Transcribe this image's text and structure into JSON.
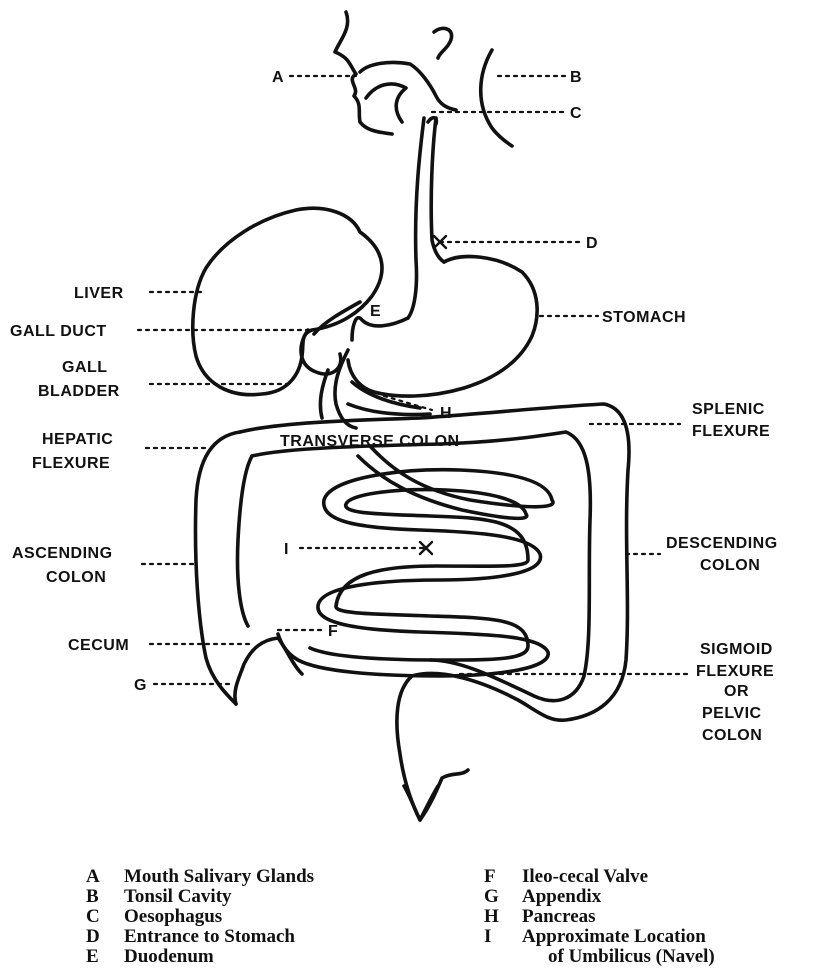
{
  "markers": {
    "A": "A",
    "B": "B",
    "C": "C",
    "D": "D",
    "E": "E",
    "F": "F",
    "G": "G",
    "H": "H",
    "I": "I"
  },
  "labels": {
    "liver": "LIVER",
    "gall_duct": "GALL DUCT",
    "gall_bladder_1": "GALL",
    "gall_bladder_2": "BLADDER",
    "hepatic_1": "HEPATIC",
    "hepatic_2": "FLEXURE",
    "ascending_1": "ASCENDING",
    "ascending_2": "COLON",
    "cecum": "CECUM",
    "stomach": "STOMACH",
    "transverse": "TRANSVERSE COLON",
    "splenic_1": "SPLENIC",
    "splenic_2": "FLEXURE",
    "descending_1": "DESCENDING",
    "descending_2": "COLON",
    "sigmoid_1": "SIGMOID",
    "sigmoid_2": "FLEXURE",
    "sigmoid_3": "OR",
    "sigmoid_4": "PELVIC",
    "sigmoid_5": "COLON"
  },
  "legend": {
    "left": [
      {
        "key": "A",
        "text": "Mouth Salivary Glands"
      },
      {
        "key": "B",
        "text": "Tonsil Cavity"
      },
      {
        "key": "C",
        "text": "Oesophagus"
      },
      {
        "key": "D",
        "text": "Entrance to Stomach"
      },
      {
        "key": "E",
        "text": "Duodenum"
      }
    ],
    "right": [
      {
        "key": "F",
        "text": "Ileo-cecal Valve"
      },
      {
        "key": "G",
        "text": "Appendix"
      },
      {
        "key": "H",
        "text": "Pancreas"
      },
      {
        "key": "I",
        "text": "Approximate Location"
      },
      {
        "key": "",
        "text": "of Umbilicus (Navel)"
      }
    ]
  }
}
